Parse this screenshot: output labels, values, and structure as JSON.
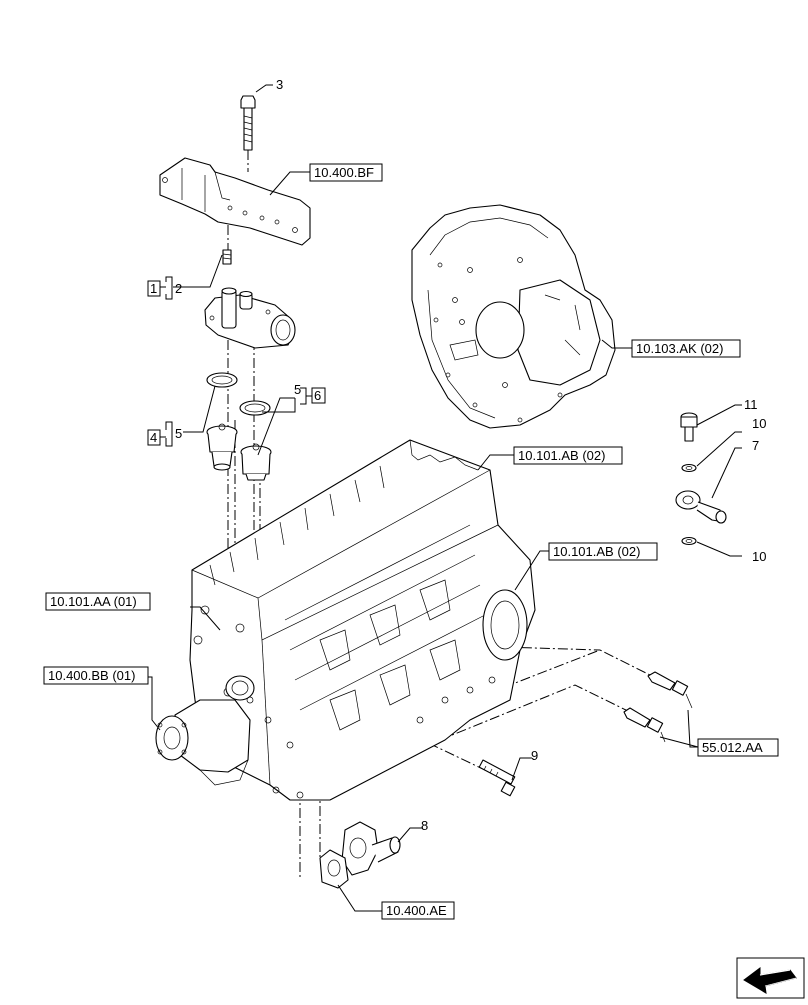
{
  "callouts": [
    "3",
    "2",
    "1",
    "5",
    "4",
    "5",
    "6",
    "11",
    "10",
    "7",
    "10",
    "9",
    "8"
  ],
  "references": [
    "10.400.BF",
    "10.103.AK (02)",
    "10.101.AB (02)",
    "10.101.AB (02)",
    "10.101.AA (01)",
    "10.400.BB (01)",
    "55.012.AA",
    "10.400.AE"
  ],
  "nav": {
    "icon": "arrow-icon"
  }
}
